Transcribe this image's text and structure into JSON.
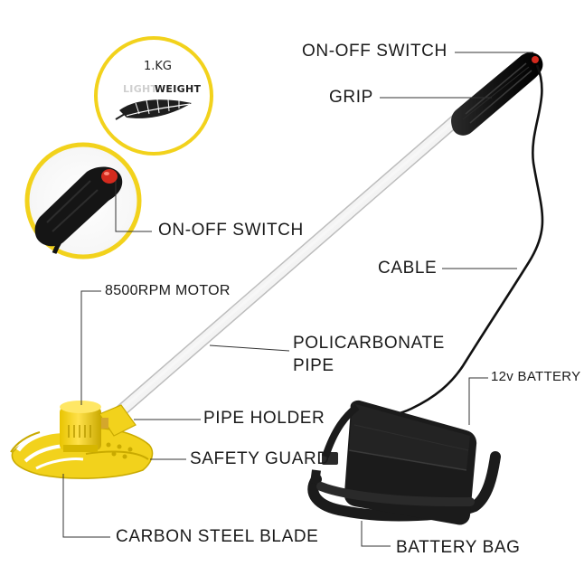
{
  "badge": {
    "weight_value": "1.KG",
    "word_light": "LIGHT",
    "word_weight": "WEIGHT"
  },
  "labels": {
    "on_off_switch_top": "ON-OFF SWITCH",
    "grip": "GRIP",
    "on_off_switch_inset": "ON-OFF SWITCH",
    "cable": "CABLE",
    "motor": "8500RPM MOTOR",
    "pipe_line1": "POLICARBONATE",
    "pipe_line2": "PIPE",
    "battery": "12v BATTERY",
    "pipe_holder": "PIPE HOLDER",
    "safety_guard": "SAFETY GUARD",
    "carbon_blade": "CARBON STEEL BLADE",
    "battery_bag": "BATTERY BAG"
  },
  "colors": {
    "accent_yellow": "#f2d21c",
    "grip_black": "#151515",
    "switch_red": "#d42a1e",
    "pipe_white": "#ffffff",
    "bag_black": "#1b1b1b",
    "leader_line": "#333333"
  }
}
